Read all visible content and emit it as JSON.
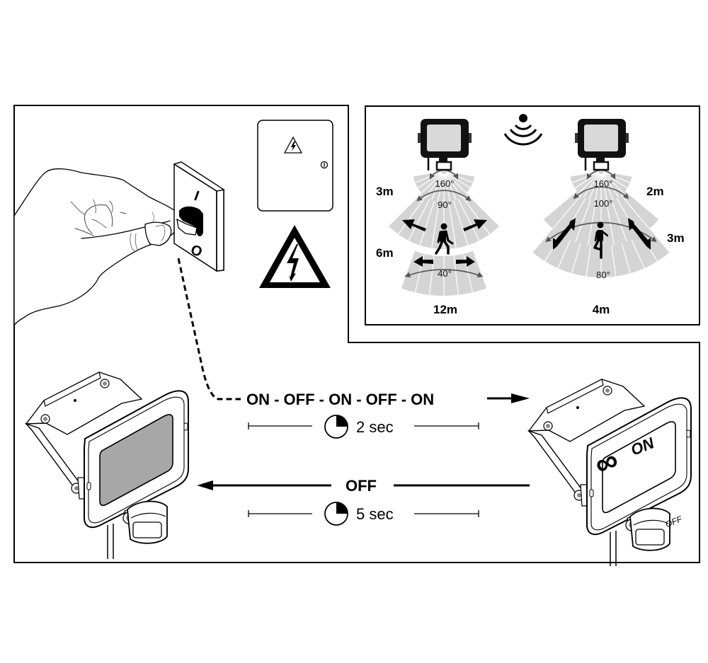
{
  "diagram": {
    "title": "Floodlight motion sensor operation: permanent ON mode",
    "left_panel": {
      "wall_switch": {
        "on_symbol": "I",
        "off_symbol": "O"
      },
      "distribution_box_icon": "high-voltage-warning-icon",
      "warning_sign": "high-voltage-warning-icon"
    },
    "sensor_panel": {
      "wave_icon": "motion-wave-icon",
      "left_zone": {
        "view": "approach from the side (tangential movement)",
        "angles": [
          "160°",
          "90°",
          "40°"
        ],
        "distances": [
          "3m",
          "6m",
          "12m"
        ]
      },
      "right_zone": {
        "view": "approach head-on (radial movement)",
        "angles": [
          "160°",
          "100°",
          "80°"
        ],
        "distances": [
          "2m",
          "3m",
          "4m"
        ]
      }
    },
    "sequence": {
      "switch_pattern": "ON - OFF - ON - OFF - ON",
      "switch_duration": "2 sec",
      "reset_label": "OFF",
      "reset_duration": "5 sec"
    },
    "lamp_on": {
      "display_symbol": "∞",
      "display_label": "ON",
      "sensor_label": "OFF"
    },
    "colors": {
      "line": "#000000",
      "zone_fill": "#d4d4d4",
      "lens_fill": "#a7a7a7",
      "arc_stroke": "#555555"
    }
  }
}
